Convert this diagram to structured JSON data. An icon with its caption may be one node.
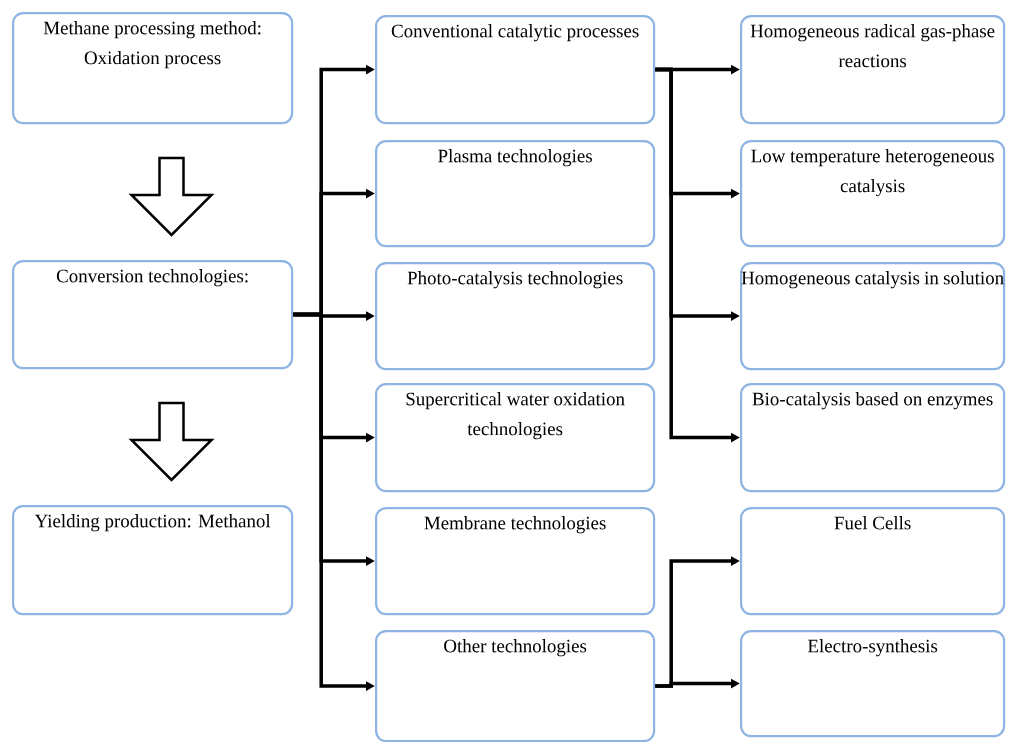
{
  "diagram": {
    "nodes": [
      {
        "text": [
          "Methane processing method: Oxidation process"
        ]
      },
      {
        "text": [
          "Conversion technologies:"
        ]
      },
      {
        "text": [
          "Yielding production: Methanol"
        ]
      },
      {
        "text": [
          "Conventional catalytic processes"
        ]
      },
      {
        "text": [
          "Plasma technologies"
        ]
      },
      {
        "text": [
          "Photo-catalysis technologies"
        ]
      },
      {
        "text": [
          "Supercritical water oxidation technologies"
        ]
      },
      {
        "text": [
          "Membrane technologies"
        ]
      },
      {
        "text": [
          "Other technologies"
        ]
      },
      {
        "text": [
          "Homogeneous radical gas-phase reactions"
        ]
      },
      {
        "text": [
          "Low temperature heterogeneous catalysis"
        ]
      },
      {
        "text": [
          "Homogeneous catalysis in solution"
        ]
      },
      {
        "text": [
          "Bio-catalysis based on enzymes"
        ]
      },
      {
        "text": [
          "Fuel Cells"
        ]
      },
      {
        "text": [
          "Electro-synthesis"
        ]
      }
    ],
    "edges": [
      {
        "from": 0,
        "to": 1,
        "arrow": "to"
      },
      {
        "from": 1,
        "to": 2,
        "arrow": "to"
      },
      {
        "from": 1,
        "to": 3,
        "arrow": "to"
      },
      {
        "from": 1,
        "to": 4,
        "arrow": "to"
      },
      {
        "from": 1,
        "to": 5,
        "arrow": "to"
      },
      {
        "from": 1,
        "to": 6,
        "arrow": "to"
      },
      {
        "from": 1,
        "to": 7,
        "arrow": "to"
      },
      {
        "from": 1,
        "to": 8,
        "arrow": "to"
      },
      {
        "from": 3,
        "to": 9,
        "arrow": "to"
      },
      {
        "from": 3,
        "to": 10,
        "arrow": "to"
      },
      {
        "from": 3,
        "to": 11,
        "arrow": "to"
      },
      {
        "from": 3,
        "to": 12,
        "arrow": "to"
      },
      {
        "from": 8,
        "to": 13,
        "arrow": "to"
      },
      {
        "from": 8,
        "to": 14,
        "arrow": "to"
      }
    ]
  }
}
